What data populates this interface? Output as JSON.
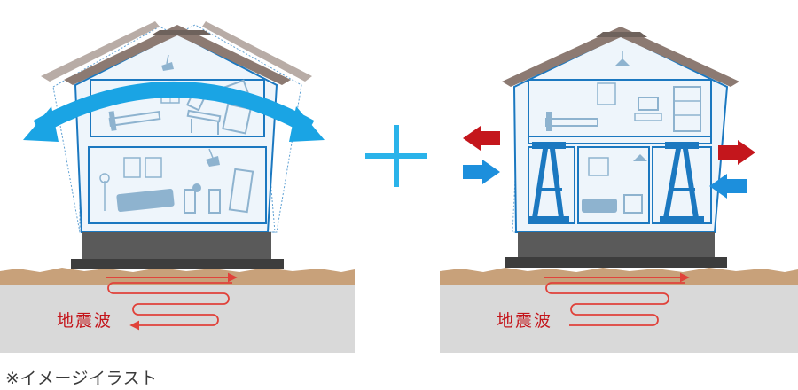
{
  "panels": [
    {
      "id": "left",
      "wave_label": "地震波"
    },
    {
      "id": "right",
      "wave_label": "地震波"
    }
  ],
  "operator": {
    "symbol": "plus-sign"
  },
  "caption": "※イメージイラスト",
  "colors": {
    "ground": "#d9d9d9",
    "soil": "#c8a17a",
    "house_outline": "#1b78c0",
    "house_fill": "#eef5fb",
    "roof": "#8c7a72",
    "foundation": "#5a5a5a",
    "wave": "#e0423a",
    "sway_arrow": "#1aa4e4",
    "plus": "#2ab3ea",
    "force_red": "#c4161c",
    "force_blue": "#1d8fdc",
    "damper": "#1b78c0"
  },
  "icons": [
    "lamp-icon",
    "bed-icon",
    "sofa-icon",
    "chair-icon",
    "table-icon",
    "fridge-icon",
    "shelf-icon",
    "tv-icon",
    "window-icon",
    "floor-lamp-icon"
  ]
}
